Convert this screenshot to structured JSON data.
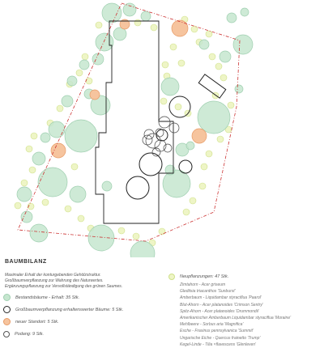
{
  "plan": {
    "colors": {
      "existing_fill": "#c6e6cf",
      "existing_stroke": "#9fcfb0",
      "new_location_fill": "#f6c49e",
      "new_location_stroke": "#e89b66",
      "new_planting_fill": "#eef5c6",
      "new_planting_stroke": "#cfe08a",
      "boundary": "#cc3333",
      "building": "#222222"
    }
  },
  "legend": {
    "title": "BAUMBILANZ",
    "description": [
      "Maximaler Erhalt der konturgebenden Gehölzstruktur.",
      "Großbaumverpflanzung zur Wahrung des Naturwertes.",
      "Ergänzungspflanzung zur Vervollständigung des grünen Saumes."
    ],
    "items": [
      {
        "label": "Bestandsbäume - Erhalt: 35 Stk."
      },
      {
        "label": "Großbaumverpflanzung erhaltenswerter Bäume: 5 Stk."
      },
      {
        "label": "neuer Standort: 5 Stk."
      },
      {
        "label": "Podang: 9 Stk."
      }
    ]
  },
  "new_plantings": {
    "label": "Neupflanzungen: 47 Stk.",
    "species": [
      "Zimtahorn - Acer griseum",
      "Gleditsia triacanthos 'Sunburst'",
      "Amberbaum - Liquidambar styraciflua 'Paarol'",
      "Blut-Ahorn - Acer platanoides 'Crimson Sentry'",
      "Spitz-Ahorn - Acer platanoides 'Drummondii'",
      "Amerikanischer Amberbaum Liquidambar styraciflua 'Moraine'",
      "Mehlbeere - Sorbus aria 'Magnifica'",
      "Esche - Fraxinus pennsylvanica 'Summit'",
      "Ungarische Eiche - Quercus frainetto 'Trump'",
      "Kegel-Linde - Tilia ×flavescens 'Glenleven'"
    ]
  }
}
